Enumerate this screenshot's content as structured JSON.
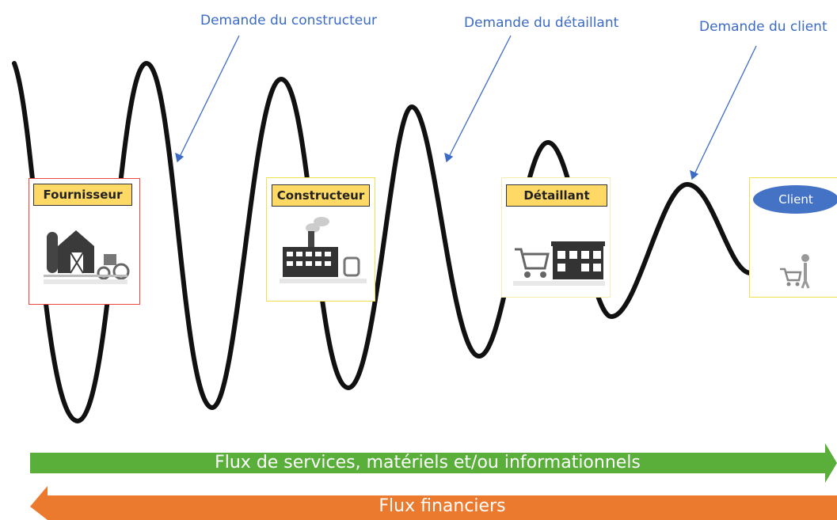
{
  "annotations": {
    "constructor_demand": "Demande du constructeur",
    "retailer_demand": "Demande du détaillant",
    "customer_demand": "Demande du client"
  },
  "actors": {
    "supplier": "Fournisseur",
    "manufacturer": "Constructeur",
    "retailer": "Détaillant",
    "customer": "Client"
  },
  "flows": {
    "goods": "Flux de services, matériels et/ou informationnels",
    "financial": "Flux financiers"
  },
  "colors": {
    "annotation_text": "#3b6bc7",
    "supplier_border": "#e8463f",
    "other_border": "#f2e04b",
    "title_fill": "#ffd966",
    "client_fill": "#4472c4",
    "goods_arrow": "#5aae3a",
    "financial_arrow": "#ec7a2e"
  },
  "icons": {
    "supplier": "farm-icon",
    "manufacturer": "factory-icon",
    "retailer": "shop-icon",
    "customer": "shopper-icon"
  }
}
